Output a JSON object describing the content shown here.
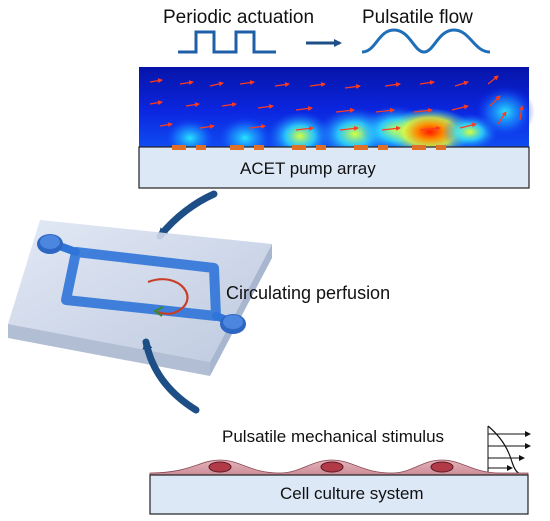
{
  "labels": {
    "periodic_actuation": "Periodic actuation",
    "pulsatile_flow": "Pulsatile flow",
    "acet_pump_array": "ACET pump array",
    "circulating_perfusion": "Circulating perfusion",
    "pulsatile_stimulus": "Pulsatile mechanical stimulus",
    "cell_culture_system": "Cell culture system"
  },
  "colors": {
    "square_wave": "#1f5fa8",
    "sine_wave": "#1f6fb8",
    "arrow_dark_blue": "#1d4f86",
    "heatmap_base": "#0b1fd6",
    "hotspot": "#ff2200",
    "electrode": "#e07028",
    "substrate_fill": "#dde8f6",
    "channel_blue": "#2f74d8",
    "cell_pink": "#d9a0a8",
    "nucleus": "#b23a48"
  },
  "icons": [
    "square-wave-icon",
    "arrow-right-icon",
    "sine-wave-icon",
    "curved-arrow-icon",
    "recirculation-arrow-icon",
    "flow-profile-icon"
  ]
}
